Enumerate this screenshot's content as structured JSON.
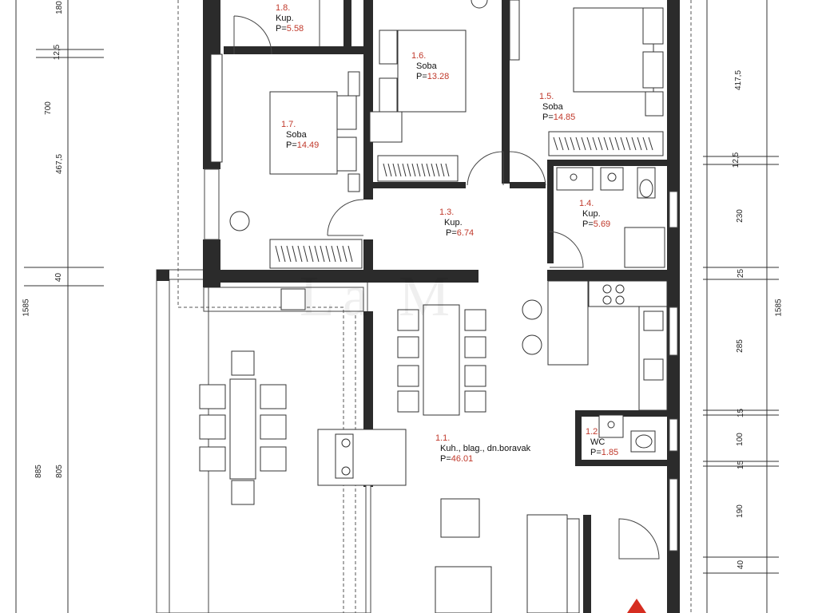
{
  "watermark": "La M",
  "rooms": [
    {
      "num": "1.8.",
      "name": "Kup.",
      "area": "5.58"
    },
    {
      "num": "1.6.",
      "name": "Soba",
      "area": "13.28"
    },
    {
      "num": "1.5.",
      "name": "Soba",
      "area": "14.85"
    },
    {
      "num": "1.7.",
      "name": "Soba",
      "area": "14.49"
    },
    {
      "num": "1.3.",
      "name": "Kup.",
      "area": "6.74"
    },
    {
      "num": "1.4.",
      "name": "Kup.",
      "area": "5.69"
    },
    {
      "num": "1.2.",
      "name": "WC",
      "area": "1.85"
    },
    {
      "num": "1.1.",
      "name": "Kuh., blag., dn.boravak",
      "area": "46.01"
    }
  ],
  "area_prefix": "P=",
  "dims_left": [
    "180",
    "12,5",
    "700",
    "467,5",
    "40",
    "1585",
    "885",
    "805"
  ],
  "dims_right": [
    "417,5",
    "12,5",
    "230",
    "25",
    "1585",
    "285",
    "15",
    "100",
    "15",
    "190",
    "40"
  ],
  "colors": {
    "wall": "#2b2b2b",
    "accent": "#c0392b",
    "line": "#333333"
  }
}
